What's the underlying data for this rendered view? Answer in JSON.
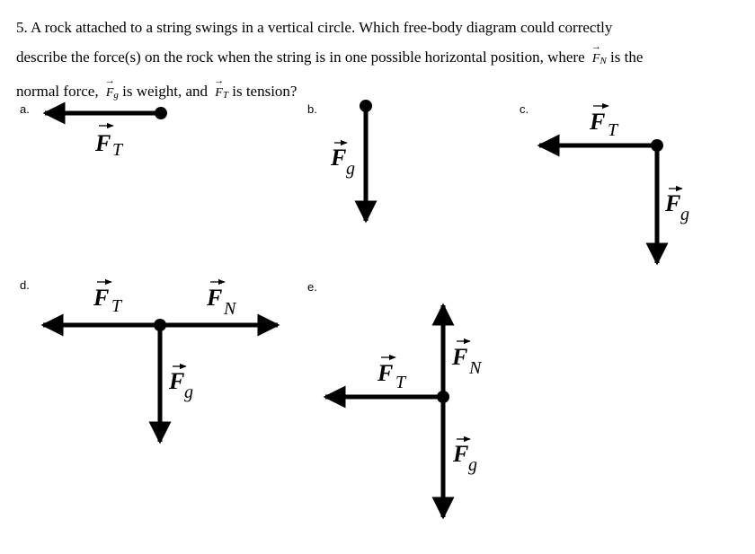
{
  "question": {
    "line1": "5. A rock attached to a string swings in a vertical circle. Which free-body diagram could correctly",
    "line2a": "describe the force(s) on the rock when the string is in one possible horizontal position, where",
    "line2b": "is the",
    "line3a": "normal force,",
    "line3b": "is weight, and",
    "line3c": "is tension?",
    "fn_sym": "F",
    "fn_sub": "N",
    "fg_sym": "F",
    "fg_sub": "g",
    "ft_sym": "F",
    "ft_sub": "T",
    "arrow_glyph": "→"
  },
  "options": [
    {
      "label": "a.",
      "vectors": [
        "T"
      ]
    },
    {
      "label": "b.",
      "vectors": [
        "g"
      ]
    },
    {
      "label": "c.",
      "vectors": [
        "T",
        "g"
      ]
    },
    {
      "label": "d.",
      "vectors": [
        "T",
        "N",
        "g"
      ]
    },
    {
      "label": "e.",
      "vectors": [
        "T",
        "N",
        "g"
      ]
    }
  ],
  "vector_labels": {
    "main": "F",
    "T": "T",
    "g": "g",
    "N": "N"
  }
}
